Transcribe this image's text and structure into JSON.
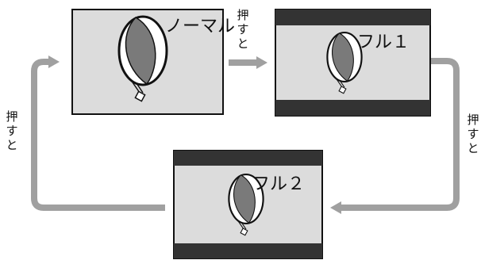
{
  "modes": {
    "normal": {
      "label": "ノーマル"
    },
    "full1": {
      "label": "フル１"
    },
    "full2": {
      "label": "フル２"
    }
  },
  "transitions": {
    "normal_to_full1": [
      "押",
      "す",
      "と"
    ],
    "full1_to_full2": [
      "押",
      "す",
      "と"
    ],
    "full2_to_normal": [
      "押",
      "す",
      "と"
    ]
  },
  "colors": {
    "screen_gray": "#dcdcdc",
    "bar_dark": "#333333",
    "frame": "#111111",
    "arrow_gray": "#a0a0a0"
  }
}
